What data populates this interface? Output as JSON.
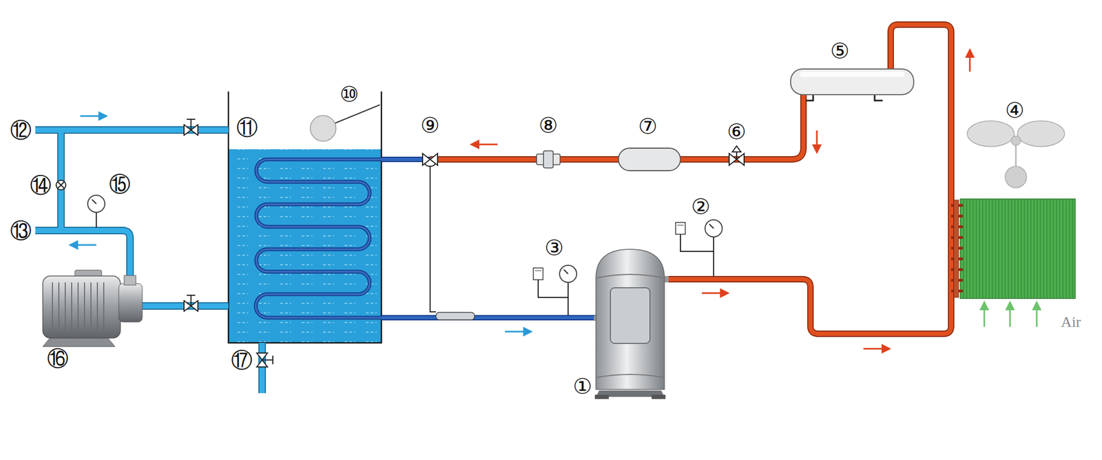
{
  "diagram": {
    "labels": [
      "⑫",
      "⑭",
      "⑬",
      "⑮",
      "⑯",
      "⑪",
      "⑩",
      "⑰",
      "⑨",
      "⑧",
      "⑦",
      "⑥",
      "⑤",
      "④",
      "③",
      "②",
      "①",
      "Air"
    ]
  }
}
